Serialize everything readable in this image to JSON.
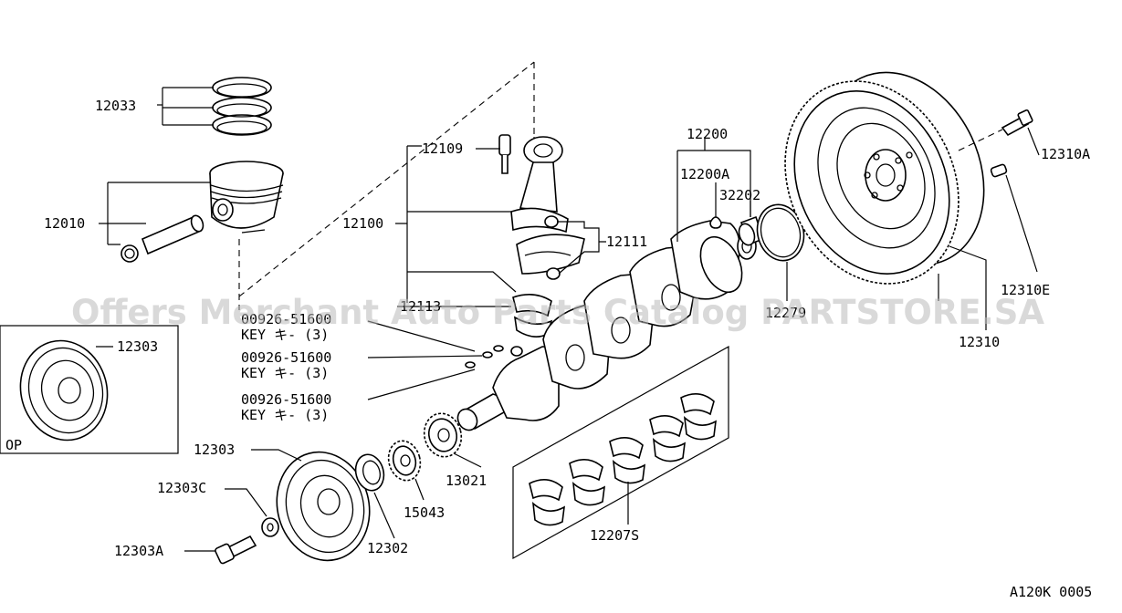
{
  "diagram_code": "A120K 0005",
  "watermark": "Offers Merchant Auto Parts Catalog PARTSTORE.SA",
  "option_box_label": "OP",
  "parts": {
    "p12033": "12033",
    "p12010": "12010",
    "p12109": "12109",
    "p12100": "12100",
    "p12111": "12111",
    "p12113": "12113",
    "p12200": "12200",
    "p12200a": "12200A",
    "p32202": "32202",
    "p12279": "12279",
    "p12310a": "12310A",
    "p12310e": "12310E",
    "p12310": "12310",
    "p12303_op": "12303",
    "p12303": "12303",
    "p12303c": "12303C",
    "p12303a": "12303A",
    "p12302": "12302",
    "p15043": "15043",
    "p13021": "13021",
    "p12207s": "12207S"
  },
  "keys": [
    {
      "part": "00926-51600",
      "desc": "KEY キ-  (3)"
    },
    {
      "part": "00926-51600",
      "desc": "KEY キ-  (3)"
    },
    {
      "part": "00926-51600",
      "desc": "KEY キ-  (3)"
    }
  ]
}
